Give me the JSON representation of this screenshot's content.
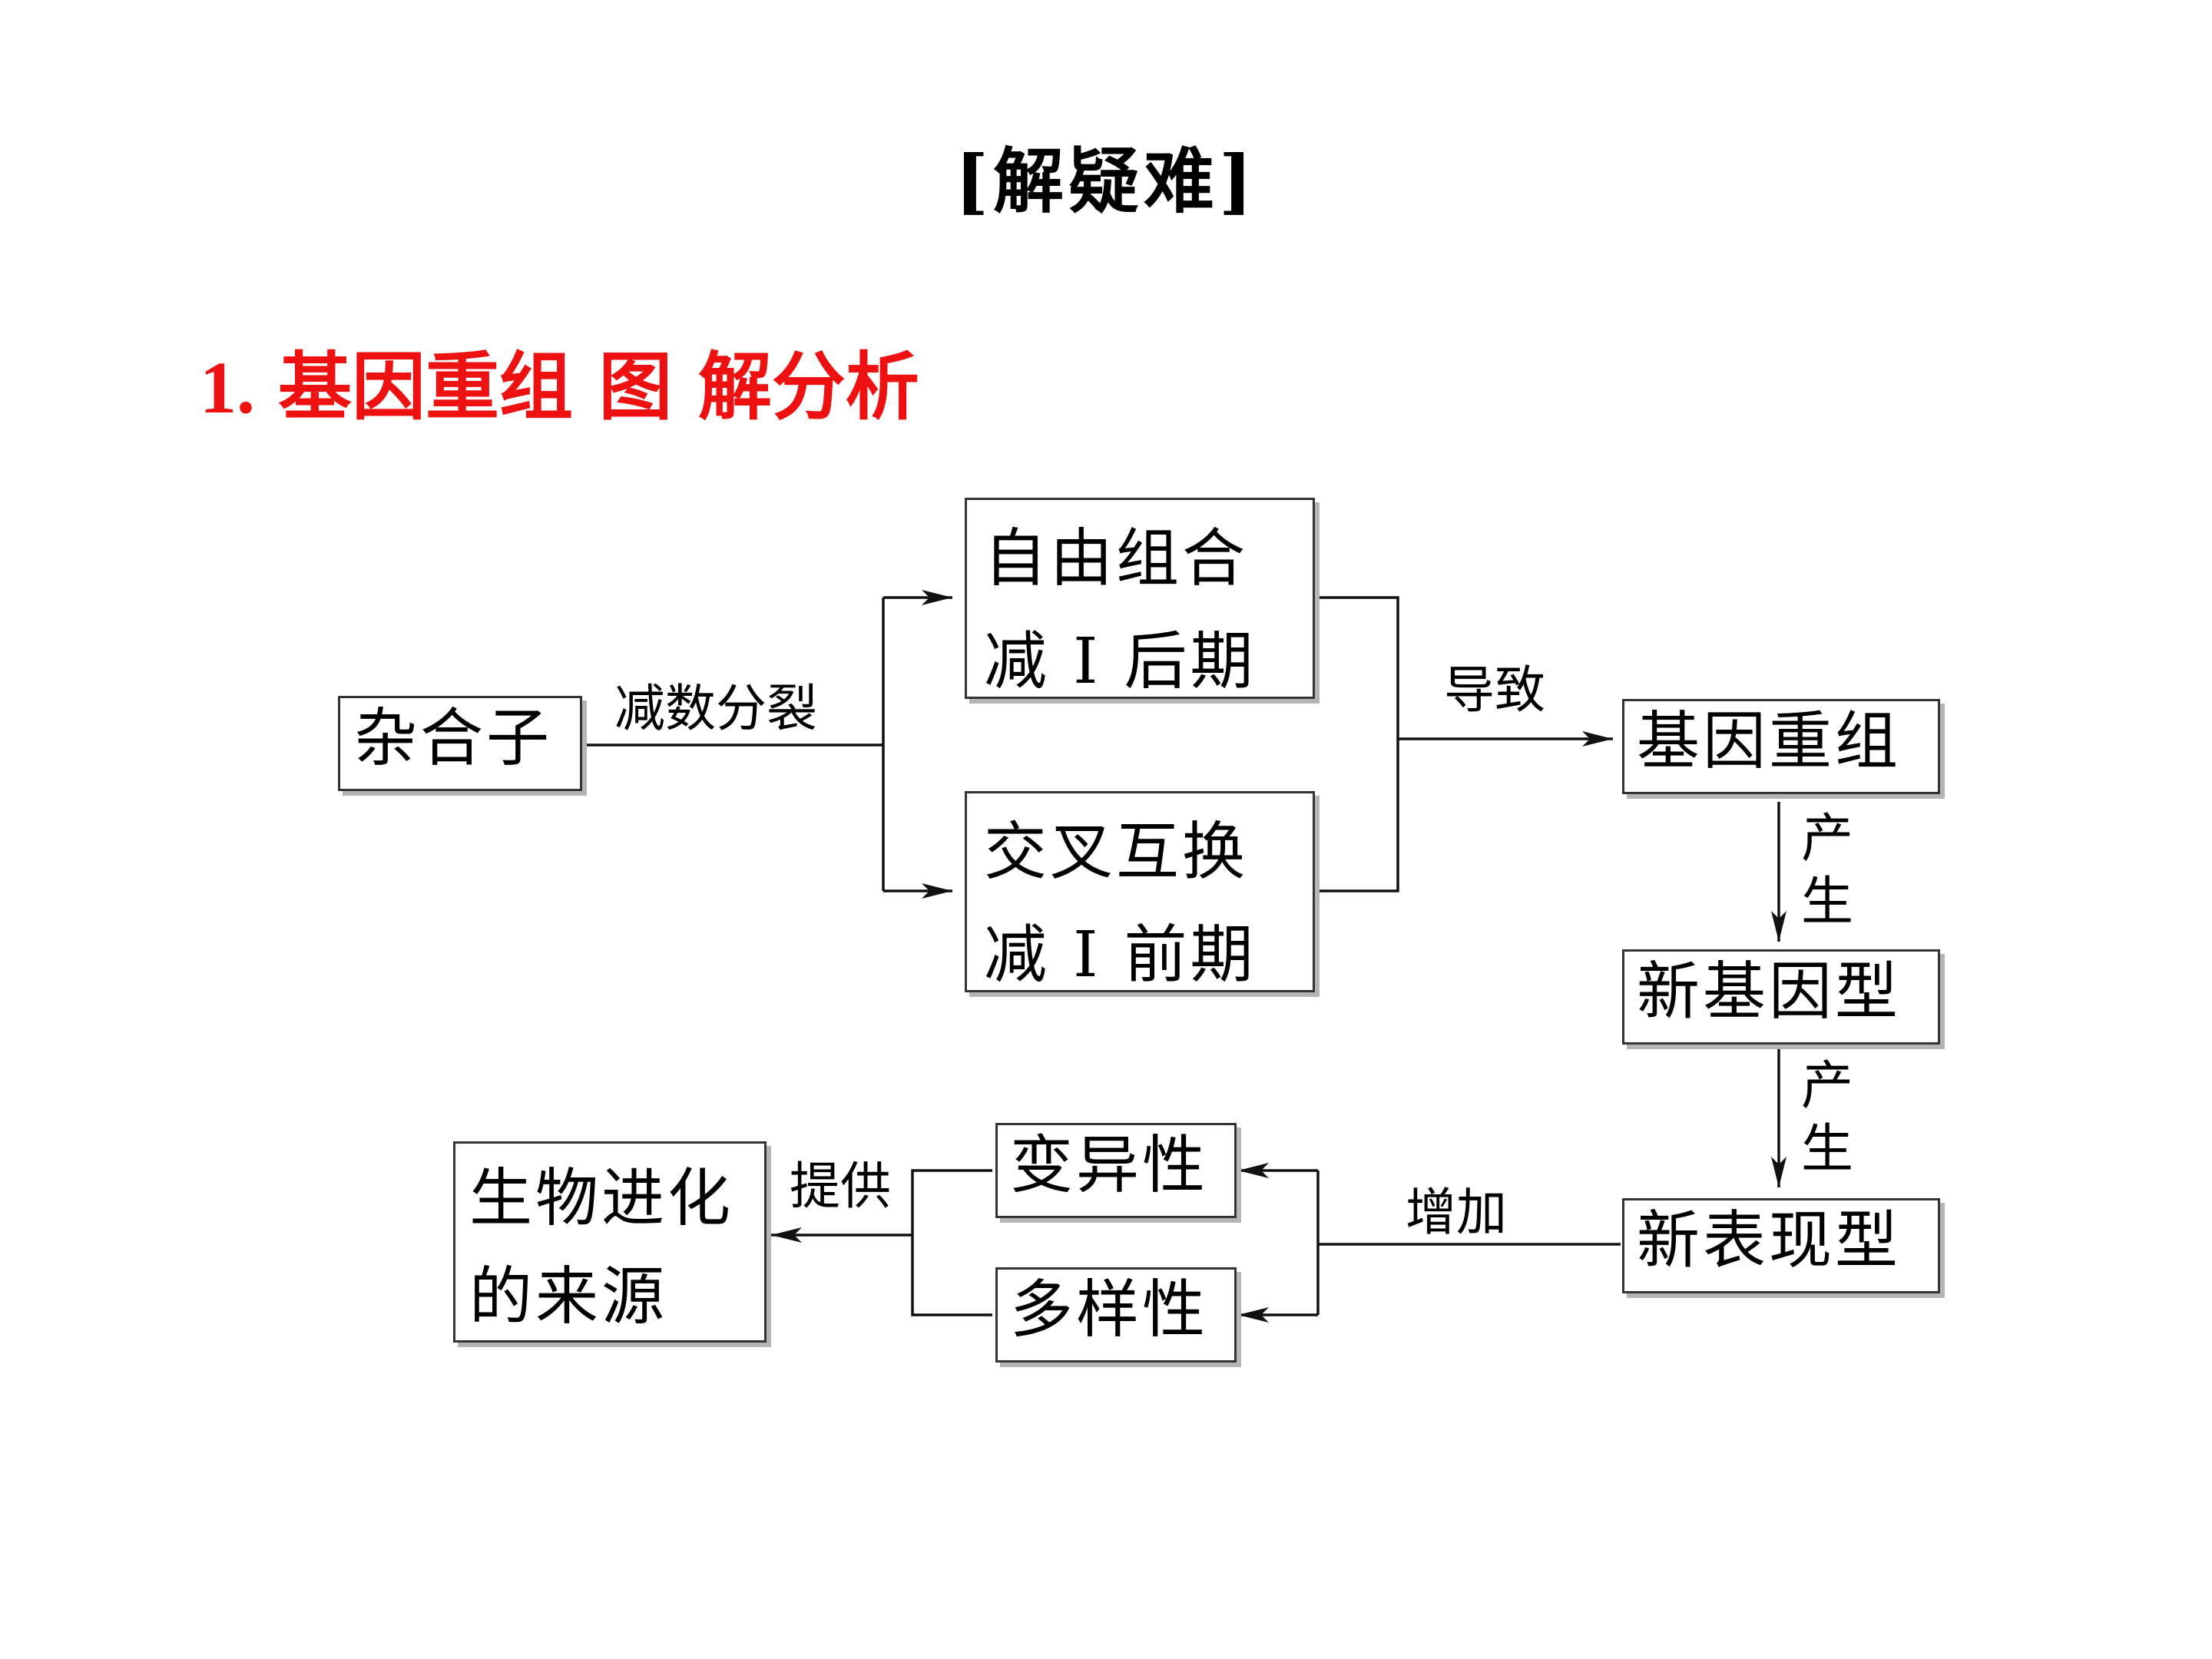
{
  "heading": "[解疑难]",
  "section": {
    "number": "1.",
    "title": "基因重组 图 解分析"
  },
  "diagram": {
    "nodes": {
      "hybrid": "杂合子",
      "free_combination": {
        "line1": "自由组合",
        "line2": "减 Ⅰ 后期"
      },
      "crossing_over": {
        "line1": "交叉互换",
        "line2": "减 Ⅰ 前期"
      },
      "recombination": "基因重组",
      "new_genotype": "新基因型",
      "new_phenotype": "新表现型",
      "variability": "变异性",
      "diversity": "多样性",
      "evolution_source": {
        "line1": "生物进化",
        "line2": "的来源"
      }
    },
    "edge_labels": {
      "meiosis": "减数分裂",
      "leads_to": "导致",
      "produce_1": "产生",
      "produce_2": "产生",
      "increase": "增加",
      "provide": "提供"
    }
  }
}
